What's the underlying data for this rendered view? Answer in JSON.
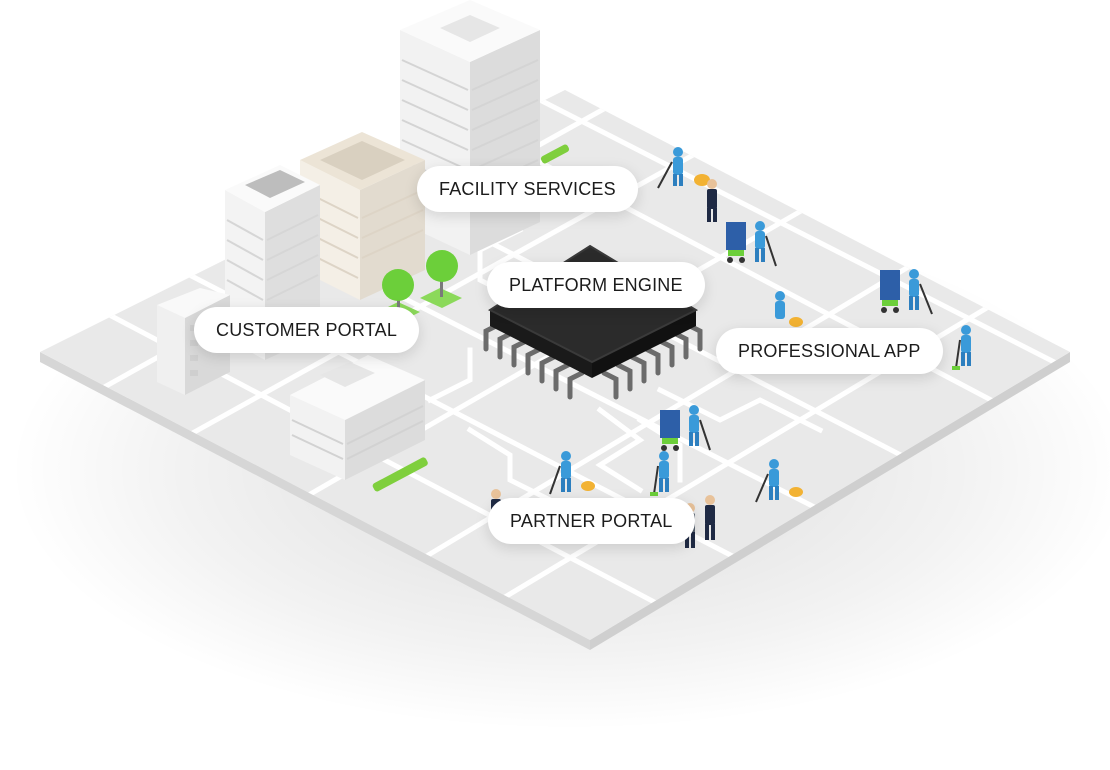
{
  "labels": {
    "facility_services": "FACILITY SERVICES",
    "platform_engine": "PLATFORM ENGINE",
    "customer_portal": "CUSTOMER PORTAL",
    "professional_app": "PROFESSIONAL APP",
    "partner_portal": "PARTNER PORTAL"
  },
  "colors": {
    "ground": "#e9e9e9",
    "road": "#ffffff",
    "chip": "#2b2b2b",
    "pin": "#6b6b6b",
    "tree": "#6ccf3a",
    "hedge": "#7fcf3d",
    "worker": "#3a9ad9",
    "cart": "#2d5fa8",
    "vacuum": "#f2b233",
    "suit": "#1f2a44"
  },
  "icons": [
    "chip-icon",
    "building-icon",
    "tree-icon",
    "cleaner-icon",
    "cart-icon",
    "businessman-icon"
  ]
}
